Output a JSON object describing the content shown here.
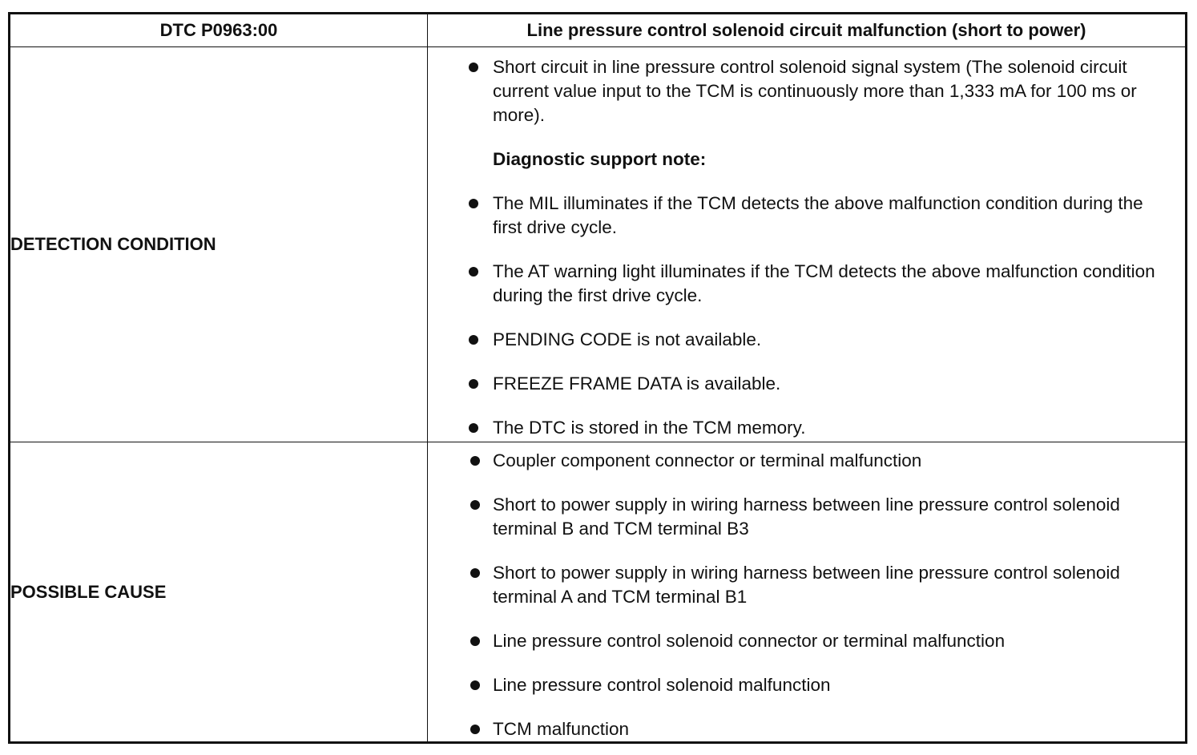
{
  "header": {
    "code": "DTC P0963:00",
    "description": "Line pressure control solenoid circuit malfunction (short to power)"
  },
  "detection": {
    "label": "DETECTION CONDITION",
    "items": [
      "Short circuit in line pressure control solenoid signal system (The solenoid circuit current value input to the TCM is continuously more than 1,333 mA for 100 ms or more).",
      "The MIL illuminates if the TCM detects the above malfunction condition during the first drive cycle.",
      "The AT warning light illuminates if the TCM detects the above malfunction condition during the first drive cycle.",
      "PENDING CODE is not available.",
      "FREEZE FRAME DATA is available.",
      "The DTC is stored in the TCM memory."
    ],
    "note_heading": "Diagnostic support note:"
  },
  "cause": {
    "label": "POSSIBLE CAUSE",
    "items": [
      "Coupler component connector or terminal malfunction",
      "Short to power supply in wiring harness between line pressure control solenoid terminal B and TCM terminal B3",
      "Short to power supply in wiring harness between line pressure control solenoid terminal A and TCM terminal B1",
      "Line pressure control solenoid connector or terminal malfunction",
      "Line pressure control solenoid malfunction",
      "TCM malfunction"
    ]
  }
}
